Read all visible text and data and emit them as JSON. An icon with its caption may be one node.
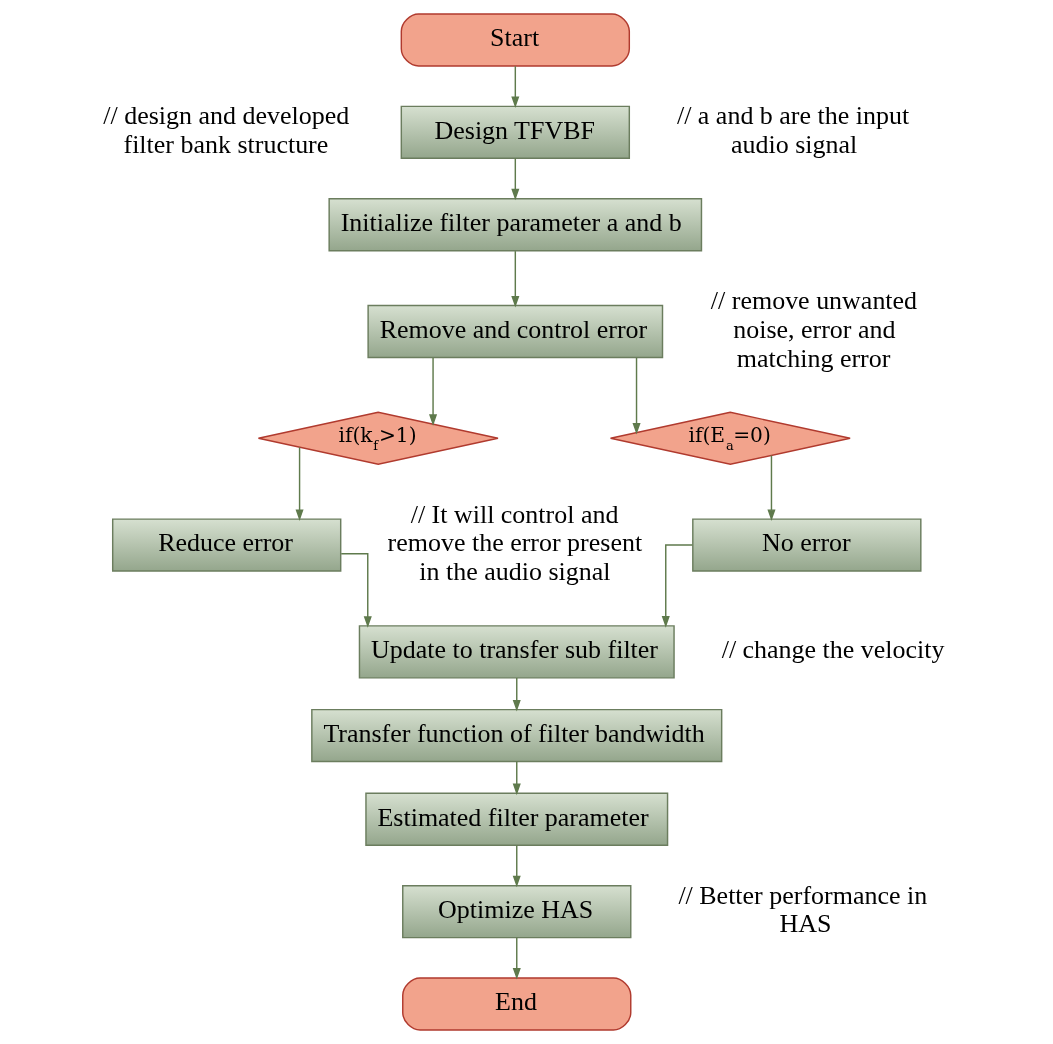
{
  "diagram": {
    "nodes": [
      {
        "text": [
          "Start"
        ]
      },
      {
        "text": [
          "Design TFVBF"
        ],
        "beside": [
          "// design and developed filter bank structure",
          "// a and b are the input audio signal"
        ]
      },
      {
        "text": [
          "Initialize filter parameter a and b"
        ]
      },
      {
        "text": [
          "Remove and control error"
        ],
        "beside": [
          "// remove unwanted noise, error and matching error"
        ]
      },
      {
        "text": [
          "if(k$_{f}$>1)"
        ]
      },
      {
        "text": [
          "if(E$_{a}$=0)"
        ]
      },
      {
        "text": [
          "Reduce error"
        ],
        "beside": [
          "// It will control and remove the error present in the audio signal"
        ]
      },
      {
        "text": [
          "No error"
        ]
      },
      {
        "text": [
          "Update to transfer sub filter"
        ],
        "beside": [
          "// change the velocity"
        ]
      },
      {
        "text": [
          "Transfer function of filter bandwidth"
        ]
      },
      {
        "text": [
          "Estimated filter parameter"
        ]
      },
      {
        "text": [
          "Optimize HAS"
        ],
        "beside": [
          "// Better performance in HAS"
        ]
      },
      {
        "text": [
          "End"
        ]
      }
    ],
    "edges": [
      {
        "from": 0,
        "to": 1,
        "arrow": "to"
      },
      {
        "from": 1,
        "to": 2,
        "arrow": "to"
      },
      {
        "from": 2,
        "to": 3,
        "arrow": "to"
      },
      {
        "from": 3,
        "to": 4,
        "arrow": "to"
      },
      {
        "from": 3,
        "to": 5,
        "arrow": "to"
      },
      {
        "from": 4,
        "to": 6,
        "arrow": "to"
      },
      {
        "from": 5,
        "to": 7,
        "arrow": "to"
      },
      {
        "from": 6,
        "to": 8,
        "arrow": "to"
      },
      {
        "from": 7,
        "to": 8,
        "arrow": "to"
      },
      {
        "from": 8,
        "to": 9,
        "arrow": "to"
      },
      {
        "from": 9,
        "to": 10,
        "arrow": "to"
      },
      {
        "from": 10,
        "to": 11,
        "arrow": "to"
      },
      {
        "from": 11,
        "to": 12,
        "arrow": "to"
      }
    ]
  }
}
